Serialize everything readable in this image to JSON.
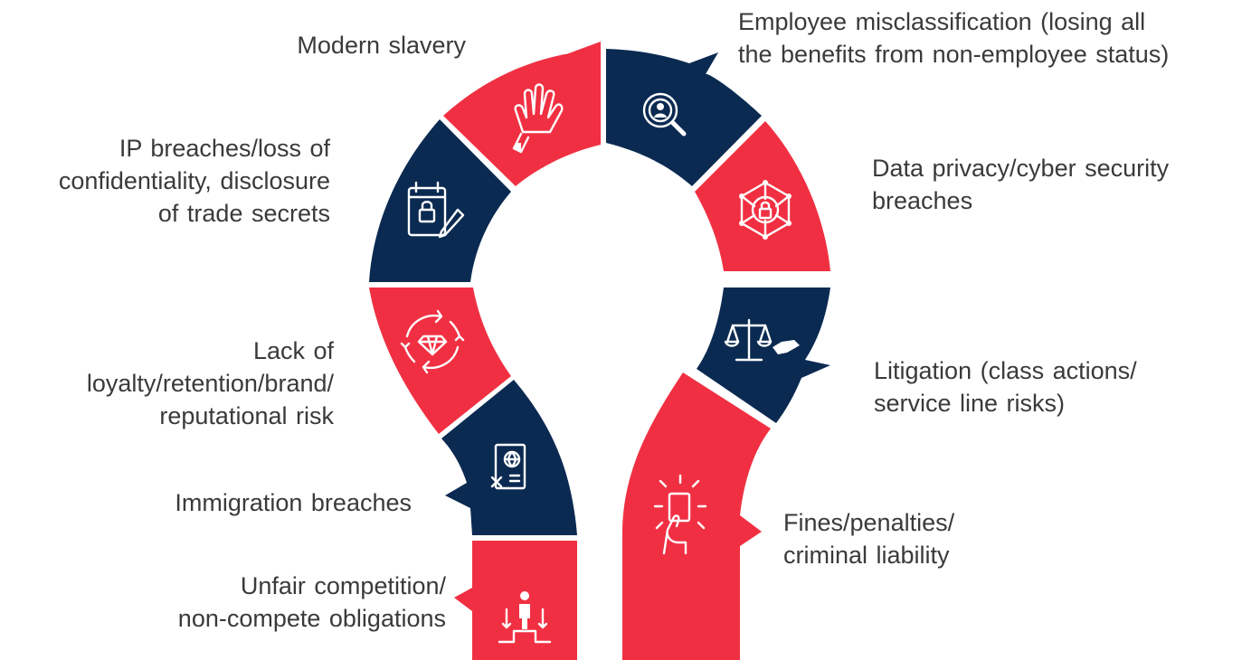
{
  "diagram": {
    "colors": {
      "red": "#f03042",
      "navy": "#0b2a52",
      "icon_stroke": "#ffffff",
      "text": "#3a3a3a"
    },
    "segments": [
      {
        "id": "unfair-competition",
        "label": "Unfair competition/\nnon-compete obligations",
        "color": "red",
        "icon": "people-podium-icon"
      },
      {
        "id": "immigration",
        "label": "Immigration breaches",
        "color": "navy",
        "icon": "passport-icon"
      },
      {
        "id": "loyalty",
        "label": "Lack of\nloyalty/retention/brand/\nreputational risk",
        "color": "red",
        "icon": "diamond-cycle-icon"
      },
      {
        "id": "ip-breaches",
        "label": "IP breaches/loss of\nconfidentiality, disclosure\nof trade secrets",
        "color": "navy",
        "icon": "locked-document-icon"
      },
      {
        "id": "modern-slavery",
        "label": "Modern slavery",
        "color": "red",
        "icon": "hand-stop-icon"
      },
      {
        "id": "misclassification",
        "label": "Employee misclassification (losing all\nthe benefits from non-employee status)",
        "color": "navy",
        "icon": "magnifier-person-icon"
      },
      {
        "id": "data-privacy",
        "label": "Data privacy/cyber security\nbreaches",
        "color": "red",
        "icon": "network-lock-icon"
      },
      {
        "id": "litigation",
        "label": "Litigation (class actions/\nservice line risks)",
        "color": "navy",
        "icon": "scales-icon"
      },
      {
        "id": "fines",
        "label": "Fines/penalties/\ncriminal liability",
        "color": "red",
        "icon": "card-alert-icon"
      }
    ]
  }
}
